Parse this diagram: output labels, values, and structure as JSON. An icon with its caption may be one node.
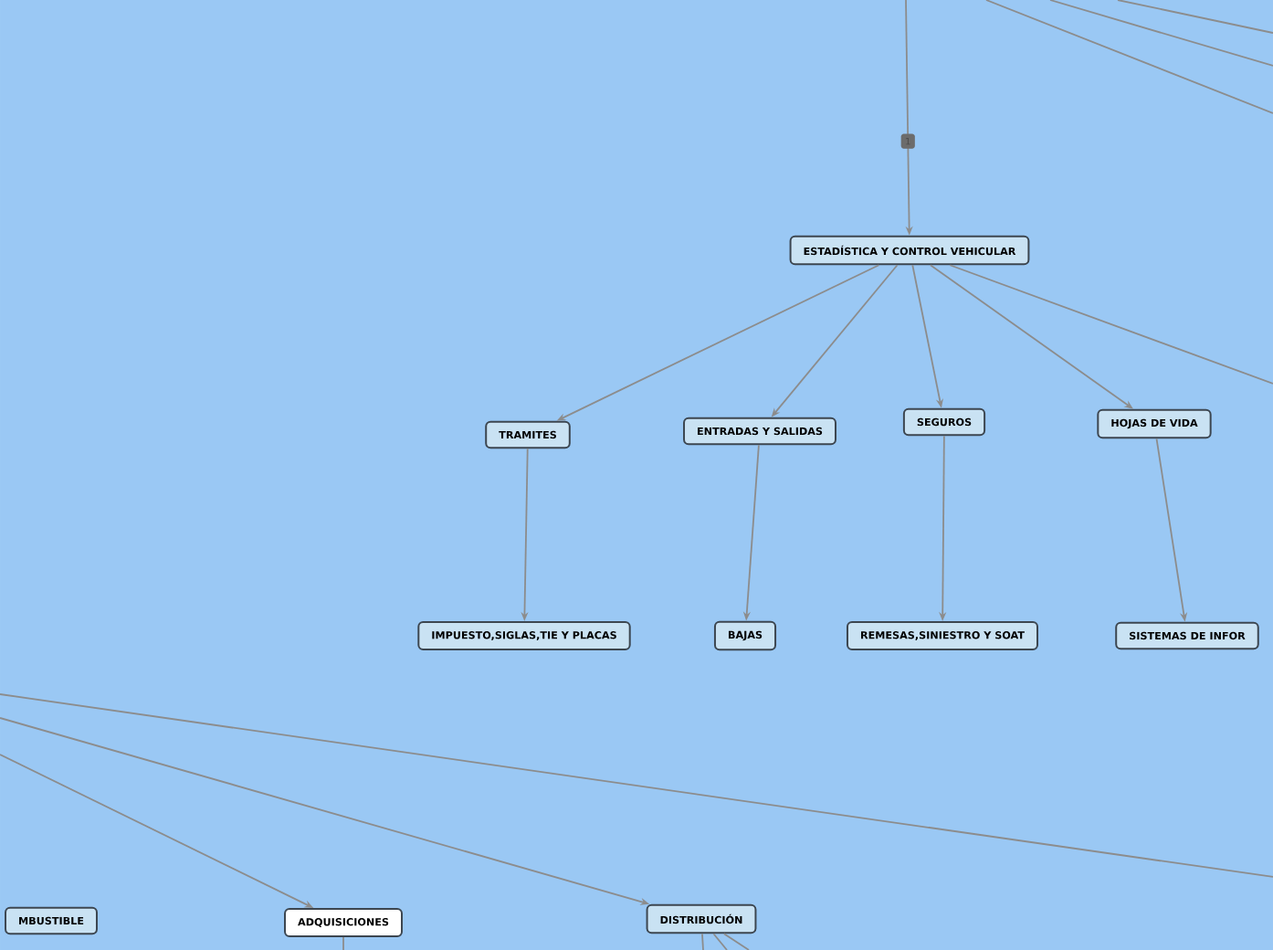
{
  "diagram": {
    "nodes": [
      {
        "text": [
          "ESTADÍSTICA Y CONTROL VEHICULAR"
        ]
      },
      {
        "text": [
          "TRAMITES"
        ]
      },
      {
        "text": [
          "ENTRADAS Y SALIDAS"
        ]
      },
      {
        "text": [
          "SEGUROS"
        ]
      },
      {
        "text": [
          "HOJAS DE VIDA"
        ]
      },
      {
        "text": [
          "IMPUESTO,SIGLAS,TIE Y PLACAS"
        ]
      },
      {
        "text": [
          "BAJAS"
        ]
      },
      {
        "text": [
          "REMESAS,SINIESTRO Y SOAT"
        ]
      },
      {
        "text": [
          "SISTEMAS DE INFOR"
        ]
      },
      {
        "text": [
          "MBUSTIBLE"
        ]
      },
      {
        "text": [
          "ADQUISICIONES"
        ]
      },
      {
        "text": [
          "DISTRIBUCIÓN"
        ]
      }
    ],
    "edges": [
      {
        "from": null,
        "to": 0,
        "arrow": "to",
        "label": "1"
      },
      {
        "from": 0,
        "to": 1,
        "arrow": "to"
      },
      {
        "from": 0,
        "to": 2,
        "arrow": "to"
      },
      {
        "from": 0,
        "to": 3,
        "arrow": "to"
      },
      {
        "from": 0,
        "to": 4,
        "arrow": "to"
      },
      {
        "from": 0,
        "to": null,
        "arrow": "none"
      },
      {
        "from": 1,
        "to": 5,
        "arrow": "to"
      },
      {
        "from": 2,
        "to": 6,
        "arrow": "to"
      },
      {
        "from": 3,
        "to": 7,
        "arrow": "to"
      },
      {
        "from": 4,
        "to": 8,
        "arrow": "to"
      },
      {
        "from": null,
        "to": 10,
        "arrow": "to"
      },
      {
        "from": null,
        "to": 11,
        "arrow": "to"
      },
      {
        "from": 10,
        "to": null,
        "arrow": "none"
      },
      {
        "from": 11,
        "to": null,
        "arrow": "none"
      },
      {
        "from": 11,
        "to": null,
        "arrow": "none"
      },
      {
        "from": 11,
        "to": null,
        "arrow": "none"
      }
    ]
  }
}
